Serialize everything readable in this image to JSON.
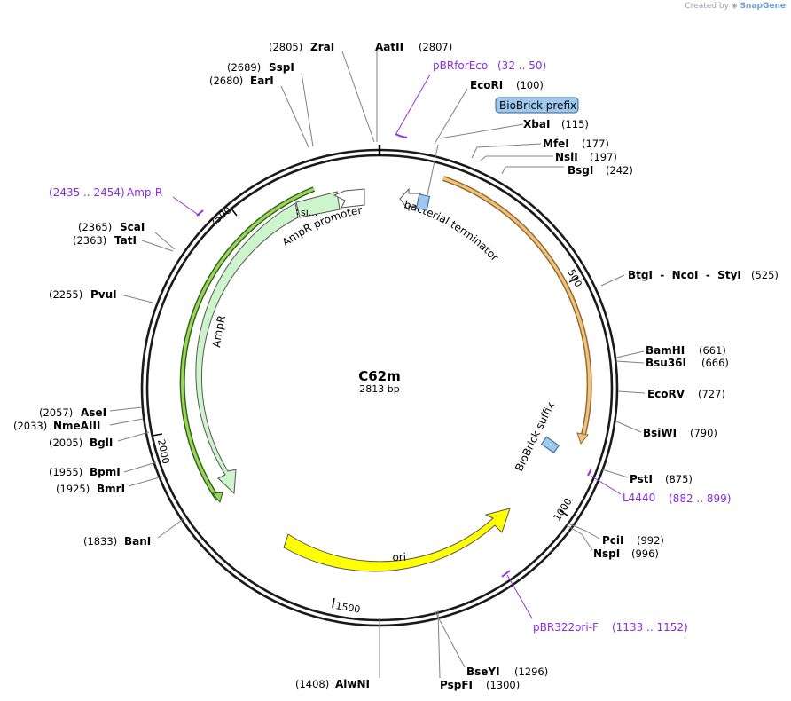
{
  "watermark": {
    "created_by": "Created by",
    "brand": "SnapGene"
  },
  "plasmid": {
    "name": "C62m",
    "length_text": "2813 bp"
  },
  "ticks": [
    {
      "label": "500"
    },
    {
      "label": "1000"
    },
    {
      "label": "1500"
    },
    {
      "label": "2000"
    },
    {
      "label": "2500"
    }
  ],
  "sites": [
    {
      "name": "ZraI",
      "pos": "(2805)"
    },
    {
      "name": "AatII",
      "pos": "(2807)"
    },
    {
      "name": "SspI",
      "pos": "(2689)"
    },
    {
      "name": "EarI",
      "pos": "(2680)"
    },
    {
      "name": "EcoRI",
      "pos": "(100)"
    },
    {
      "name": "XbaI",
      "pos": "(115)"
    },
    {
      "name": "MfeI",
      "pos": "(177)"
    },
    {
      "name": "NsiI",
      "pos": "(197)"
    },
    {
      "name": "BsgI",
      "pos": "(242)"
    },
    {
      "name": "BtgI  -  NcoI  -  StyI",
      "pos": "(525)"
    },
    {
      "name": "BamHI",
      "pos": "(661)"
    },
    {
      "name": "Bsu36I",
      "pos": "(666)"
    },
    {
      "name": "EcoRV",
      "pos": "(727)"
    },
    {
      "name": "BsiWI",
      "pos": "(790)"
    },
    {
      "name": "PstI",
      "pos": "(875)"
    },
    {
      "name": "PciI",
      "pos": "(992)"
    },
    {
      "name": "NspI",
      "pos": "(996)"
    },
    {
      "name": "BseYI",
      "pos": "(1296)"
    },
    {
      "name": "PspFI",
      "pos": "(1300)"
    },
    {
      "name": "AlwNI",
      "pos": "(1408)"
    },
    {
      "name": "BanI",
      "pos": "(1833)"
    },
    {
      "name": "BmrI",
      "pos": "(1925)"
    },
    {
      "name": "BpmI",
      "pos": "(1955)"
    },
    {
      "name": "BglI",
      "pos": "(2005)"
    },
    {
      "name": "NmeAIII",
      "pos": "(2033)"
    },
    {
      "name": "AseI",
      "pos": "(2057)"
    },
    {
      "name": "PvuI",
      "pos": "(2255)"
    },
    {
      "name": "TatI",
      "pos": "(2363)"
    },
    {
      "name": "ScaI",
      "pos": "(2365)"
    }
  ],
  "primers": [
    {
      "name": "pBRforEco",
      "range": "(32 .. 50)"
    },
    {
      "name": "Amp-R",
      "range": "(2435 .. 2454)"
    },
    {
      "name": "L4440",
      "range": "(882 .. 899)"
    },
    {
      "name": "pBR322ori-F",
      "range": "(1133 .. 1152)"
    }
  ],
  "features": {
    "biobrick_prefix": "BioBrick prefix",
    "biobrick_suffix": "BioBrick suffix",
    "bacterial_terminator": "bacterial terminator",
    "ampr_promoter": "AmpR promoter",
    "ampr": "AmpR",
    "signal": "si...",
    "ori": "ori"
  },
  "colors": {
    "backbone": "#1a1a1a",
    "primer": "#9b30d9",
    "orange_feature": "#f5c07a",
    "ampr_fill": "#ccf5cc",
    "ampr_track": "#9bd65b",
    "ori_fill": "#ffff00",
    "biobrick": "#9ec9ef"
  }
}
